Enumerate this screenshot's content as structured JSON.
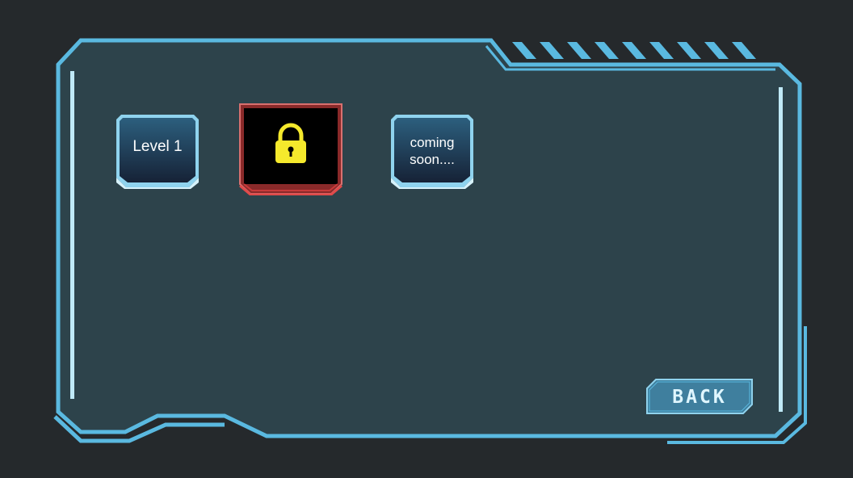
{
  "level_select": {
    "tiles": [
      {
        "id": "level-1",
        "label": "Level 1",
        "state": "unlocked"
      },
      {
        "id": "locked-level",
        "label": "",
        "state": "locked",
        "icon": "padlock-icon"
      },
      {
        "id": "coming-soon",
        "label": "coming soon....",
        "state": "placeholder"
      }
    ]
  },
  "buttons": {
    "back_label": "BACK"
  },
  "colors": {
    "background": "#25292c",
    "panel": "#2d434b",
    "frame": "#5ab9e0",
    "frame_highlight": "#bfe9f7",
    "tile_top": "#2c5f7e",
    "tile_bottom": "#162236",
    "locked_border": "#c93a3a",
    "lock_yellow": "#f5e92c"
  }
}
